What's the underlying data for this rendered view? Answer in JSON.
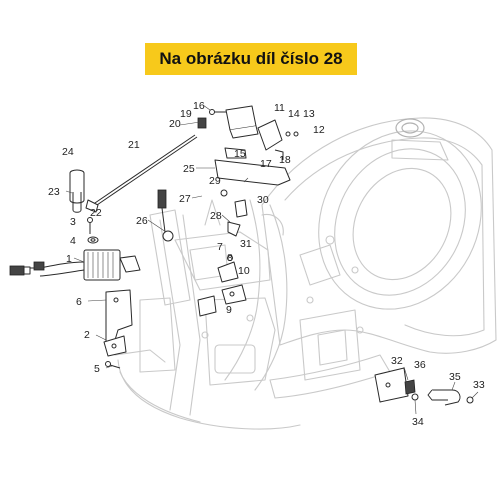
{
  "header": {
    "label": "Na obrázku díl číslo 28",
    "background_color": "#f7c91b"
  },
  "callouts": [
    "1",
    "2",
    "3",
    "4",
    "5",
    "6",
    "7",
    "8",
    "9",
    "10",
    "11",
    "12",
    "13",
    "14",
    "15",
    "16",
    "17",
    "18",
    "19",
    "20",
    "21",
    "22",
    "23",
    "24",
    "25",
    "26",
    "27",
    "28",
    "29",
    "30",
    "31",
    "32",
    "33",
    "34",
    "35",
    "36"
  ],
  "colors": {
    "frame_outline": "#c9c9c9",
    "part_outline": "#2a2a2a",
    "text": "#222222"
  }
}
